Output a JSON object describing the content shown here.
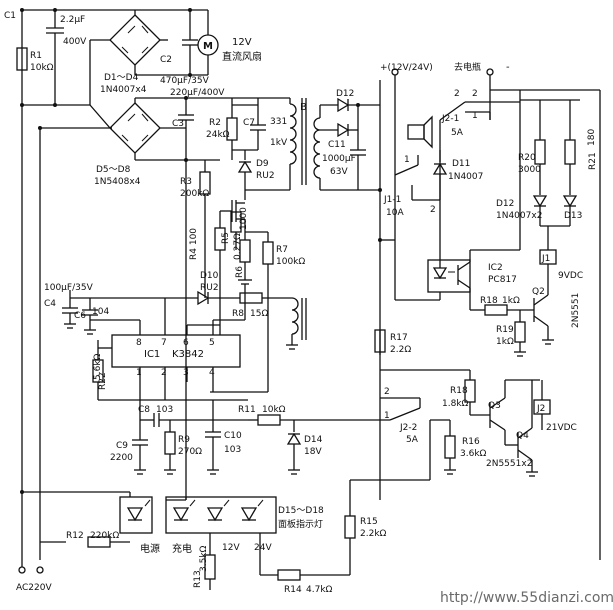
{
  "components": {
    "c1": "C1",
    "c1_val": "2.2μF",
    "c1_v": "400V",
    "r1": "R1",
    "r1_val": "10kΩ",
    "bridge1": "D1～D4",
    "bridge1_val": "1N4007x4",
    "c2": "C2",
    "c2_val": "470μF/35V",
    "fan_v": "12V",
    "fan": "直流风扇",
    "c3_val": "220μF/400V",
    "c3": "C3",
    "bridge2": "D5～D8",
    "bridge2_val": "1N5408x4",
    "r2": "R2",
    "r2_val": "24kΩ",
    "c7": "C7",
    "c7_val": "331",
    "c7_v": "1kV",
    "d9": "D9",
    "d9_val": "RU2",
    "r3": "R3",
    "r3_val": "200kΩ",
    "r4": "R4 100",
    "r5": "R5",
    "r5_val": "1000",
    "r6": "R6",
    "r6_val": "0.27Ω",
    "r7": "R7",
    "r7_val": "100kΩ",
    "d10": "D10",
    "d10_val": "RU2",
    "r8": "R8",
    "r8_val": "15Ω",
    "t_b": "B",
    "c4_val": "100μF/35V",
    "c4": "C4",
    "c6": "C6",
    "c6_val": "104",
    "ic1": "IC1",
    "ic1_val": "K3842",
    "r22": "R22",
    "r22_val": "5.6kΩ",
    "c8": "C8",
    "c8_val": "103",
    "c9": "C9",
    "c9_val": "2200",
    "r9": "R9",
    "r9_val": "270Ω",
    "c10": "C10",
    "c10_val": "103",
    "r11": "R11",
    "r11_val": "10kΩ",
    "d14": "D14",
    "d14_val": "18V",
    "d12a": "D12",
    "c11": "C11",
    "c11_val": "1000μF",
    "c11_v": "63V",
    "d11": "D11",
    "d11_val": "1N4007",
    "out_label": "+(12V/24V)",
    "batt_label": "去电瓶",
    "minus": "-",
    "j21": "J2-1",
    "j21_val": "5A",
    "j11": "J1-1",
    "j11_val": "10A",
    "r20": "R20",
    "r20_val": "3000",
    "r21": "R21",
    "r21_val": "180",
    "d12b": "D12",
    "d12b_val": "1N4007x2",
    "d13": "D13",
    "j1": "J1",
    "j1_val": "9VDC",
    "ic2": "IC2",
    "ic2_val": "PC817",
    "r18b": "R18",
    "r18b_val": "1kΩ",
    "q2": "Q2",
    "q2_val": "2N5551",
    "r19": "R19",
    "r19_val": "1kΩ",
    "r17": "R17",
    "r17_val": "2.2Ω",
    "r18": "R18",
    "r18_val": "1.8kΩ",
    "q3": "Q3",
    "q4": "Q4",
    "q_val": "2N5551x2",
    "j2": "J2",
    "j2_val": "21VDC",
    "j22": "J2-2",
    "j22_val": "5A",
    "r16": "R16",
    "r16_val": "3.6kΩ",
    "d15": "D15～D18",
    "d15_val": "面板指示灯",
    "r12": "R12",
    "r12_val": "220kΩ",
    "power": "电源",
    "charge": "充电",
    "v12": "12V",
    "v24": "24V",
    "r15": "R15",
    "r15_val": "2.2kΩ",
    "r13": "R13",
    "r13_val": "3.5kΩ",
    "r14": "R14",
    "r14_val": "4.7kΩ",
    "ac": "AC220V",
    "n1": "1",
    "n2": "2",
    "n1b": "1",
    "n2b": "2",
    "n2c": "2",
    "n1c": "1",
    "n2d": "2",
    "pin8": "8",
    "pin7": "7",
    "pin6": "6",
    "pin5": "5",
    "pin1": "1",
    "pin2": "2",
    "pin3": "3",
    "pin4": "4",
    "watermark": "http://www.55dianzi.com"
  }
}
